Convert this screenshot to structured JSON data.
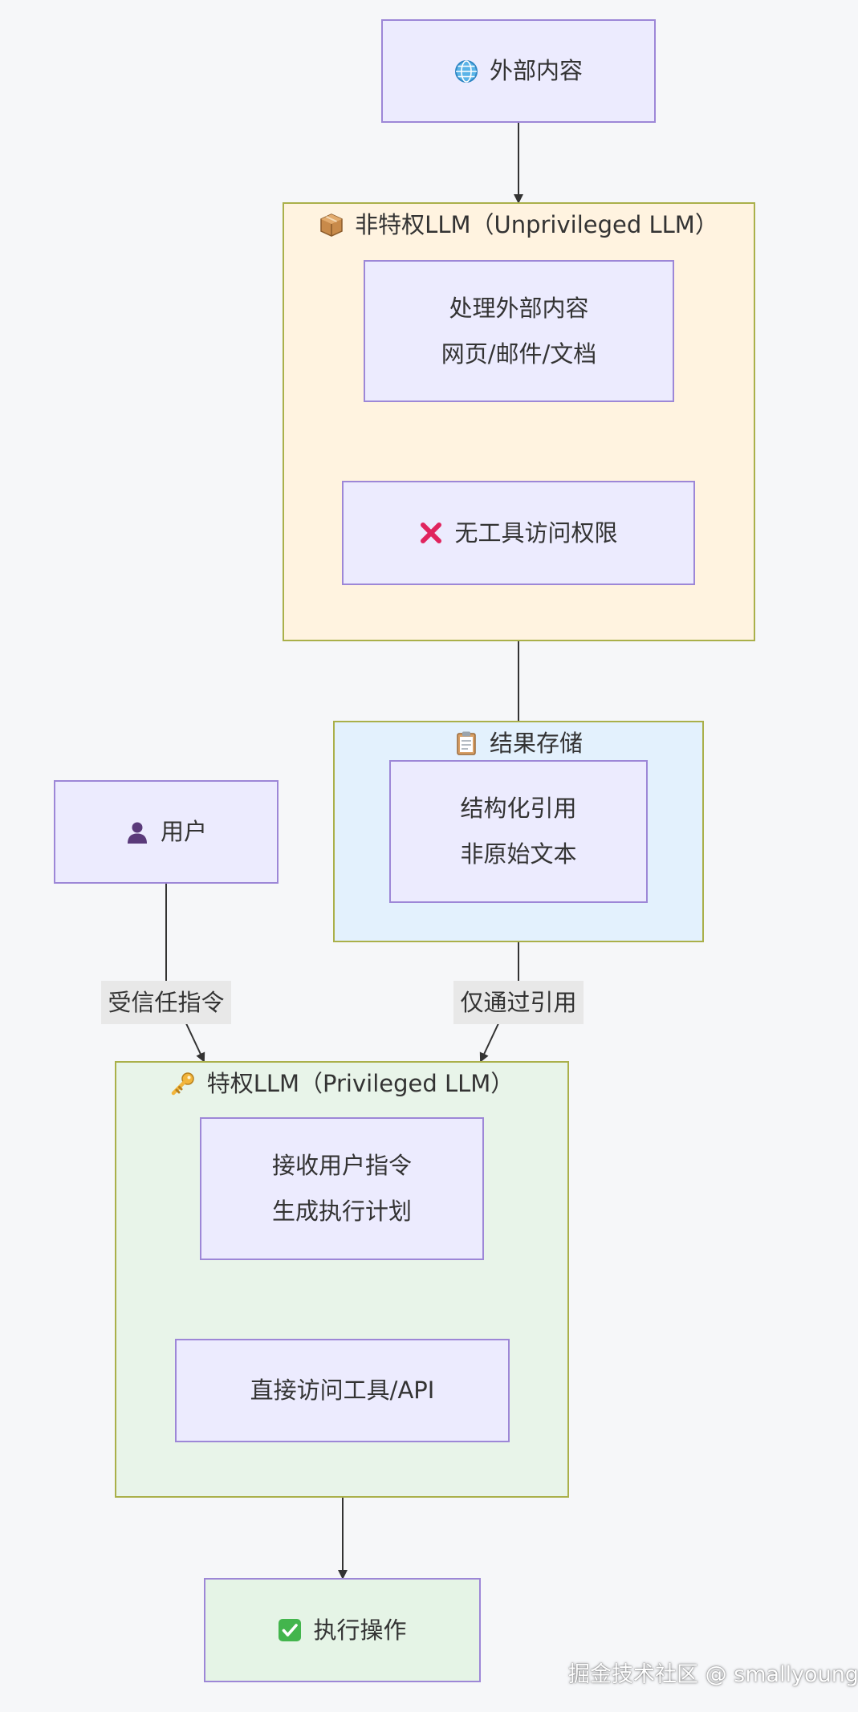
{
  "nodes": {
    "external": {
      "label": "外部内容",
      "icon": "globe-icon"
    },
    "process": {
      "line1": "处理外部内容",
      "line2": "网页/邮件/文档"
    },
    "no_tools": {
      "label": "无工具访问权限",
      "icon": "cross-mark-icon"
    },
    "structured": {
      "line1": "结构化引用",
      "line2": "非原始文本"
    },
    "user": {
      "label": "用户",
      "icon": "user-icon"
    },
    "receive": {
      "line1": "接收用户指令",
      "line2": "生成执行计划"
    },
    "direct": {
      "label": "直接访问工具/API"
    },
    "execute": {
      "label": "执行操作",
      "icon": "check-mark-icon"
    }
  },
  "clusters": {
    "unprivileged": {
      "title": "非特权LLM（Unprivileged LLM）",
      "icon": "package-icon"
    },
    "storage": {
      "title": "结果存储",
      "icon": "clipboard-icon"
    },
    "privileged": {
      "title": "特权LLM（Privileged LLM）",
      "icon": "key-icon"
    }
  },
  "edge_labels": {
    "trusted": "受信任指令",
    "reference_only": "仅通过引用"
  },
  "watermark": "掘金技术社区 @ smallyoung",
  "colors": {
    "node_fill": "#ecebfe",
    "node_border": "#9d87d7",
    "cluster_border": "#aab04a",
    "unprivileged_fill": "#fff3e0",
    "storage_fill": "#e3f1fd",
    "privileged_fill": "#e8f4e9",
    "edge": "#333333"
  }
}
